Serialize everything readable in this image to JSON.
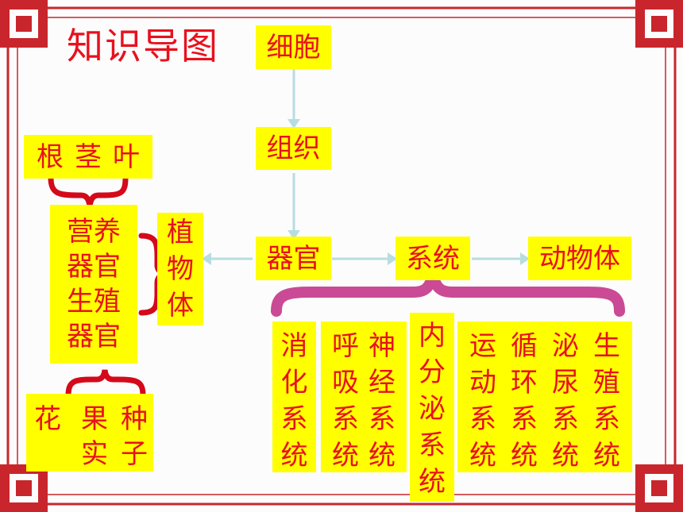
{
  "title": "知识导图",
  "chain": {
    "cell": "细胞",
    "tissue": "组织",
    "organ": "器官",
    "system": "系统",
    "animal": "动物体"
  },
  "plant": {
    "veg_parts": [
      "根",
      "茎",
      "叶"
    ],
    "veg_organ": [
      "营养",
      "器官"
    ],
    "rep_organ": [
      "生殖",
      "器官"
    ],
    "rep_parts": [
      "花",
      "果实",
      "种子"
    ],
    "plant_body": [
      "植",
      "物",
      "体"
    ]
  },
  "systems": [
    [
      "消",
      "化",
      "系",
      "统"
    ],
    [
      "呼",
      "吸",
      "系",
      "统"
    ],
    [
      "神",
      "经",
      "系",
      "统"
    ],
    [
      "内",
      "分",
      "泌",
      "系",
      "统"
    ],
    [
      "运",
      "动",
      "系",
      "统"
    ],
    [
      "循",
      "环",
      "系",
      "统"
    ],
    [
      "泌",
      "尿",
      "系",
      "统"
    ],
    [
      "生",
      "殖",
      "系",
      "统"
    ]
  ],
  "colors": {
    "box_fill": "#ffff00",
    "text": "#e8111d",
    "frame": "#c8262c",
    "arrow": "#b7dde0",
    "brace_red": "#d4091a",
    "brace_pink": "#c4368b"
  }
}
